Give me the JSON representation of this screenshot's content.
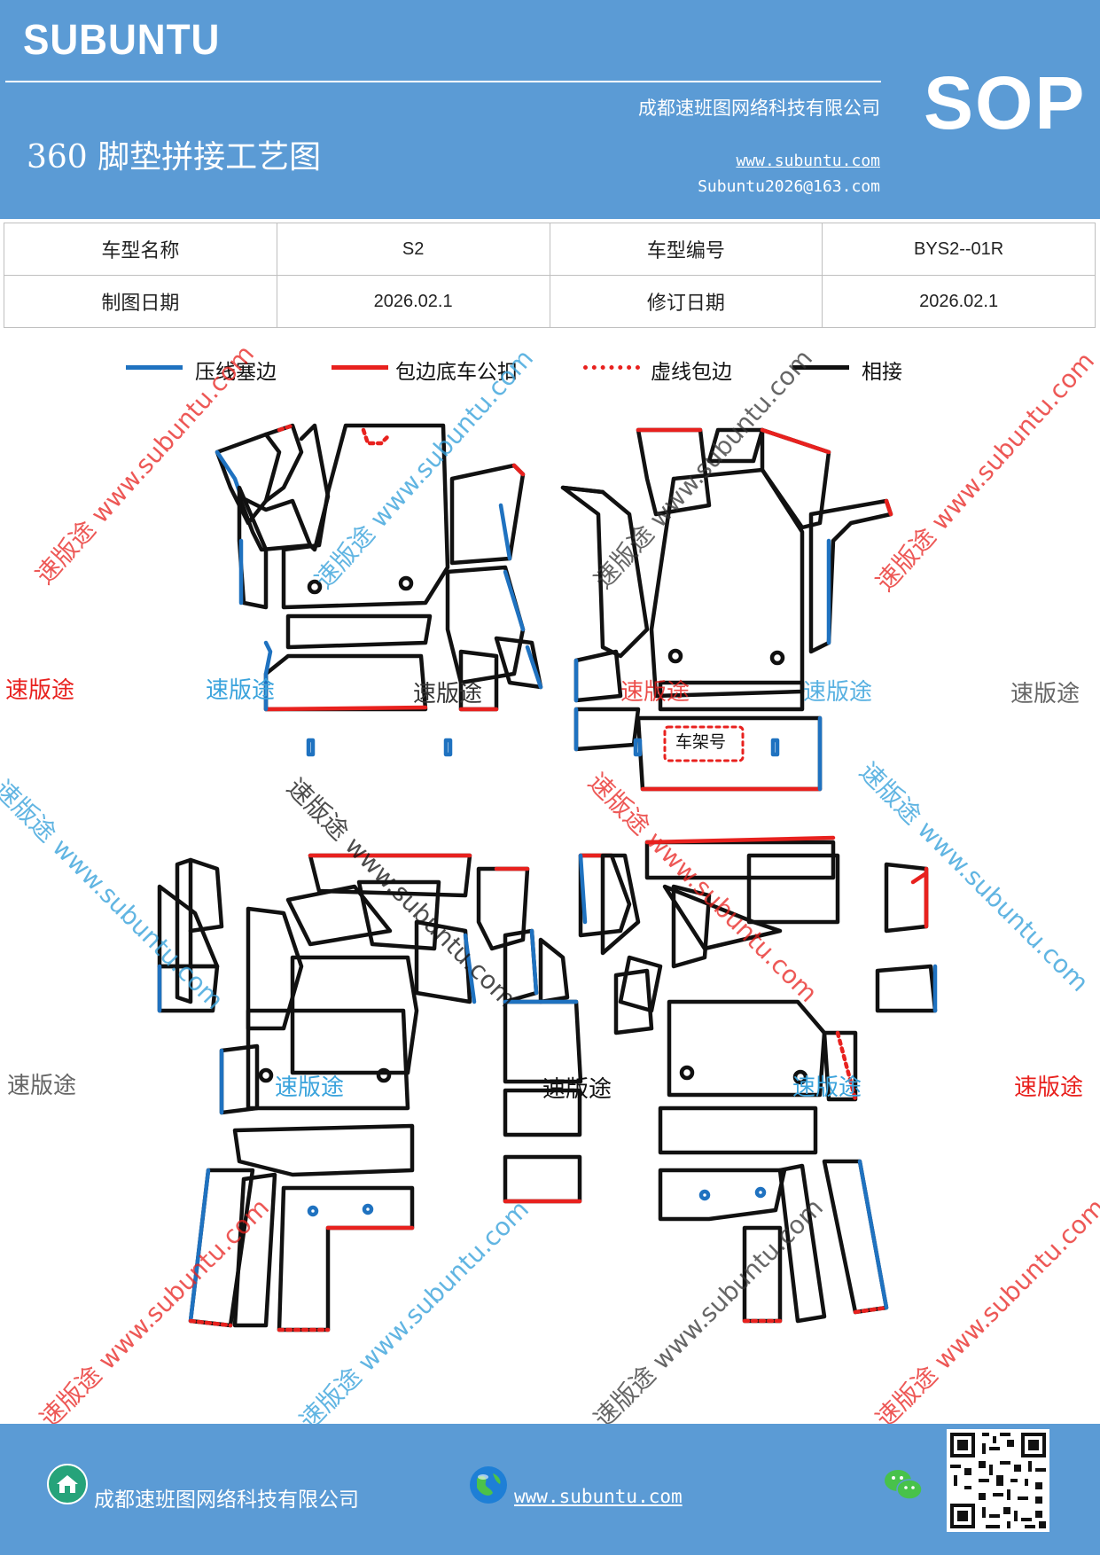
{
  "header": {
    "logo": "SUBUNTU",
    "sop": "SOP",
    "title": "360 脚垫拼接工艺图",
    "company": "成都速班图网络科技有限公司",
    "website": "www.subuntu.com",
    "email": "Subuntu2026@163.com"
  },
  "info_table": {
    "row1": [
      "车型名称",
      "S2",
      "车型编号",
      "BYS2--01R"
    ],
    "row2": [
      "制图日期",
      "2026.02.1",
      "修订日期",
      "2026.02.1"
    ]
  },
  "legend": [
    {
      "label": "压线塞边",
      "color": "#1f72c0",
      "style": "solid"
    },
    {
      "label": "包边底车公扣",
      "color": "#e8211e",
      "style": "solid"
    },
    {
      "label": "虚线包边",
      "color": "#e8211e",
      "style": "dotted"
    },
    {
      "label": "相接",
      "color": "#111111",
      "style": "solid"
    }
  ],
  "frame_label": "车架号",
  "watermarks": {
    "brand": "速版途",
    "brand_url": "速版途 www.subuntu.com"
  },
  "colors": {
    "accent": "#5b9bd5",
    "blue": "#1f72c0",
    "red": "#e8211e",
    "cyan": "#3aa3dc",
    "gray": "#666666"
  },
  "footer": {
    "company": "成都速班图网络科技有限公司",
    "website": "www.subuntu.com",
    "home_icon": "home-icon",
    "globe_icon": "globe-icon",
    "wechat_icon": "wechat-icon"
  }
}
